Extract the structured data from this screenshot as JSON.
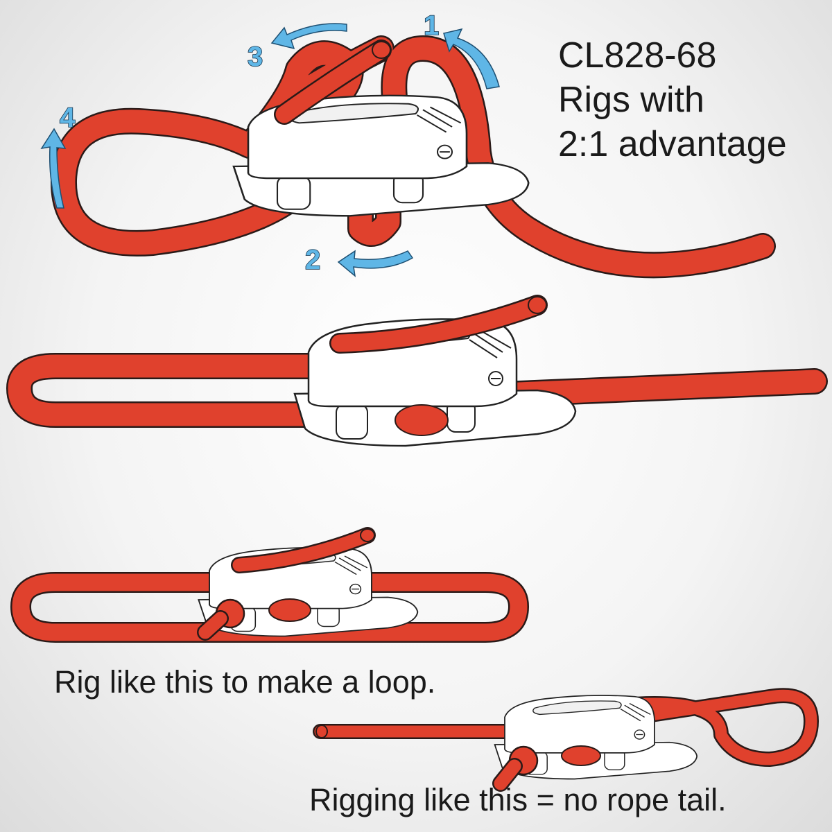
{
  "title": {
    "model": "CL828-68",
    "line2": "Rigs with",
    "line3": "2:1 advantage"
  },
  "steps": [
    "1",
    "2",
    "3",
    "4"
  ],
  "captions": {
    "loop": "Rig like this to make a loop.",
    "no_tail": "Rigging like this = no rope tail."
  },
  "colors": {
    "rope": "#e0412d",
    "rope_outline": "#2a1a18",
    "arrow": "#5fb6e6",
    "cleat": "#ffffff",
    "cleat_outline": "#222222"
  }
}
